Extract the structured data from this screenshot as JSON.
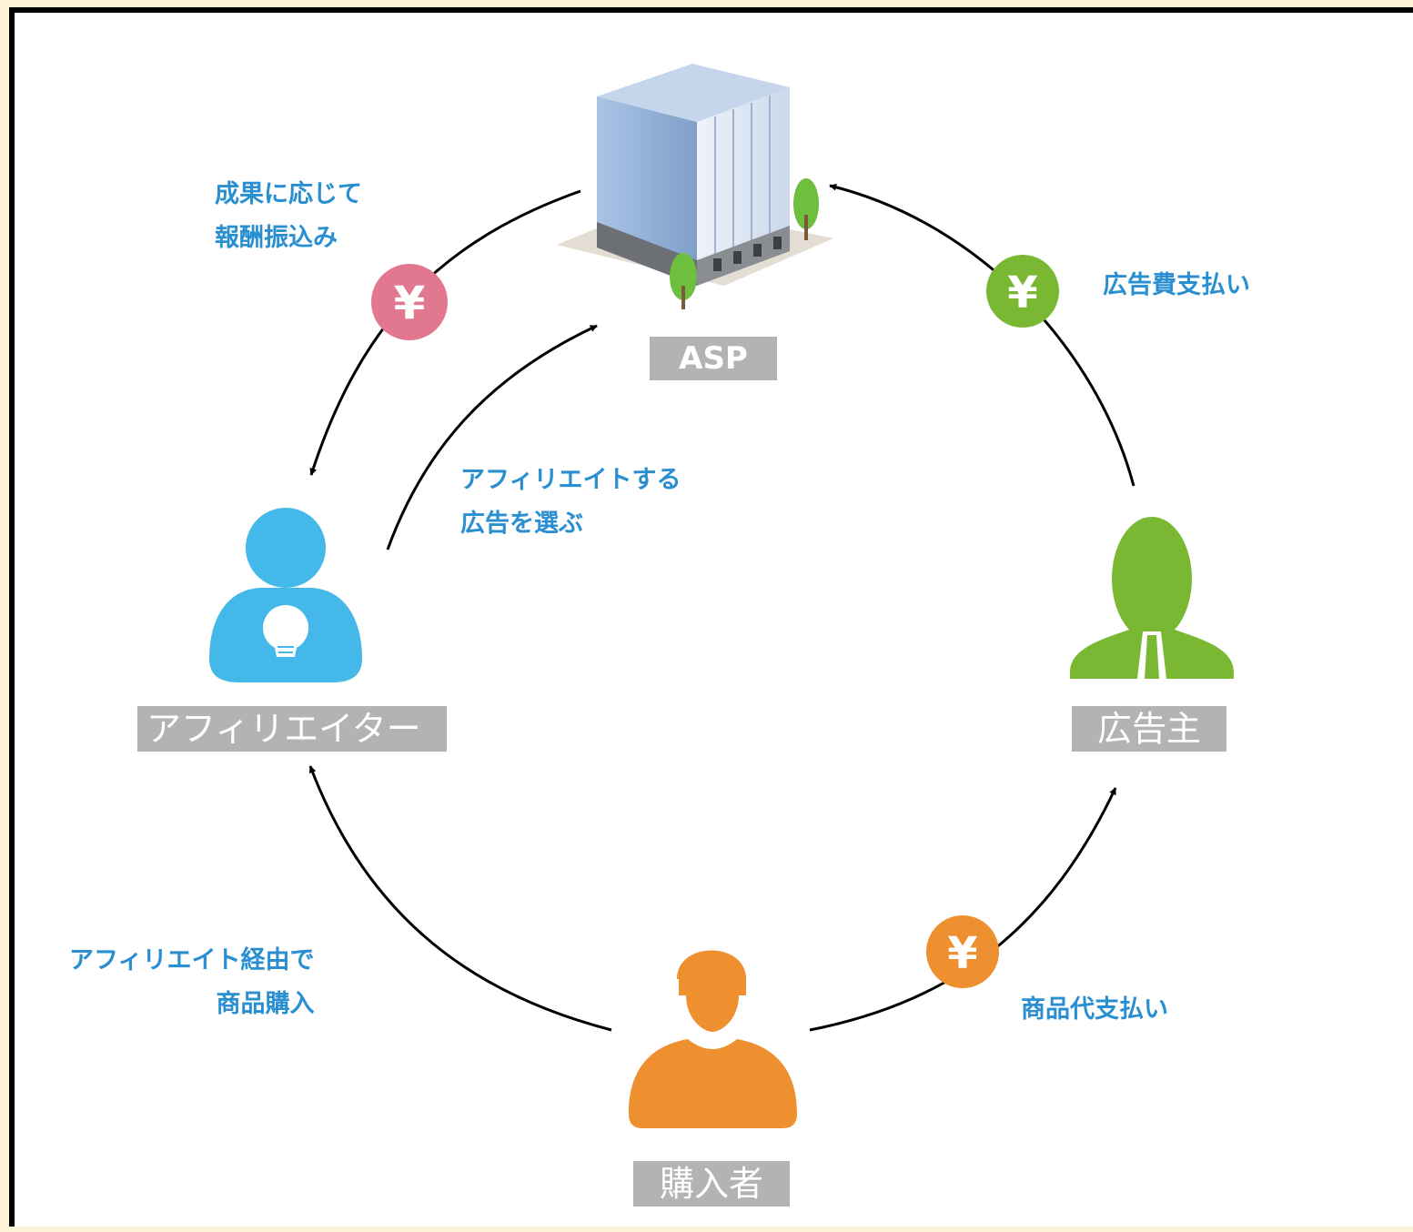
{
  "nodes": {
    "asp": {
      "label": "ASP",
      "icon": "office-building-icon"
    },
    "affiliater": {
      "label": "アフィリエイター",
      "icon": "person-lightbulb-icon",
      "color": "#45b8ea"
    },
    "advertiser": {
      "label": "広告主",
      "icon": "businessman-icon",
      "color": "#7ab834"
    },
    "buyer": {
      "label": "購入者",
      "icon": "person-cap-icon",
      "color": "#ee8f30"
    }
  },
  "flows": {
    "reward": {
      "text": "成果に応じて\n報酬振込み",
      "coin_color": "#e2788f"
    },
    "select_ad": {
      "text": "アフィリエイトする\n広告を選ぶ"
    },
    "ad_fee": {
      "text": "広告費支払い",
      "coin_color": "#7ab834"
    },
    "purchase": {
      "text": "アフィリエイト経由で\n商品購入"
    },
    "product_payment": {
      "text": "商品代支払い",
      "coin_color": "#ee8f30"
    }
  },
  "coin_symbol": "¥",
  "colors": {
    "note_text": "#2a8fd0",
    "label_bg": "#b3b3b3",
    "arrow": "#000000"
  }
}
